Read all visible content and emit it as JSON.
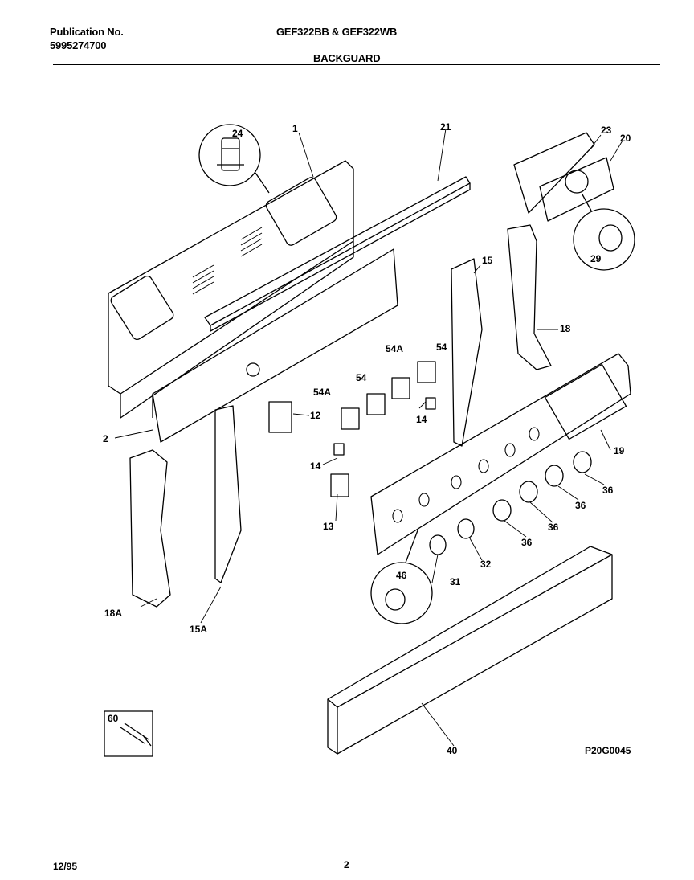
{
  "header": {
    "publication_label": "Publication No.",
    "publication_number": "5995274700",
    "models": "GEF322BB & GEF322WB",
    "section": "BACKGUARD"
  },
  "callouts": {
    "c1": "1",
    "c2": "2",
    "c12": "12",
    "c13": "13",
    "c14a": "14",
    "c14b": "14",
    "c15": "15",
    "c15a": "15A",
    "c18": "18",
    "c18a": "18A",
    "c19": "19",
    "c20": "20",
    "c21": "21",
    "c23": "23",
    "c24": "24",
    "c29": "29",
    "c31": "31",
    "c32": "32",
    "c36a": "36",
    "c36b": "36",
    "c36c": "36",
    "c36d": "36",
    "c40": "40",
    "c46": "46",
    "c54a": "54",
    "c54b": "54",
    "c54aa": "54A",
    "c54ab": "54A",
    "c60": "60"
  },
  "diagram_code": "P20G0045",
  "footer": {
    "date": "12/95",
    "page": "2"
  }
}
